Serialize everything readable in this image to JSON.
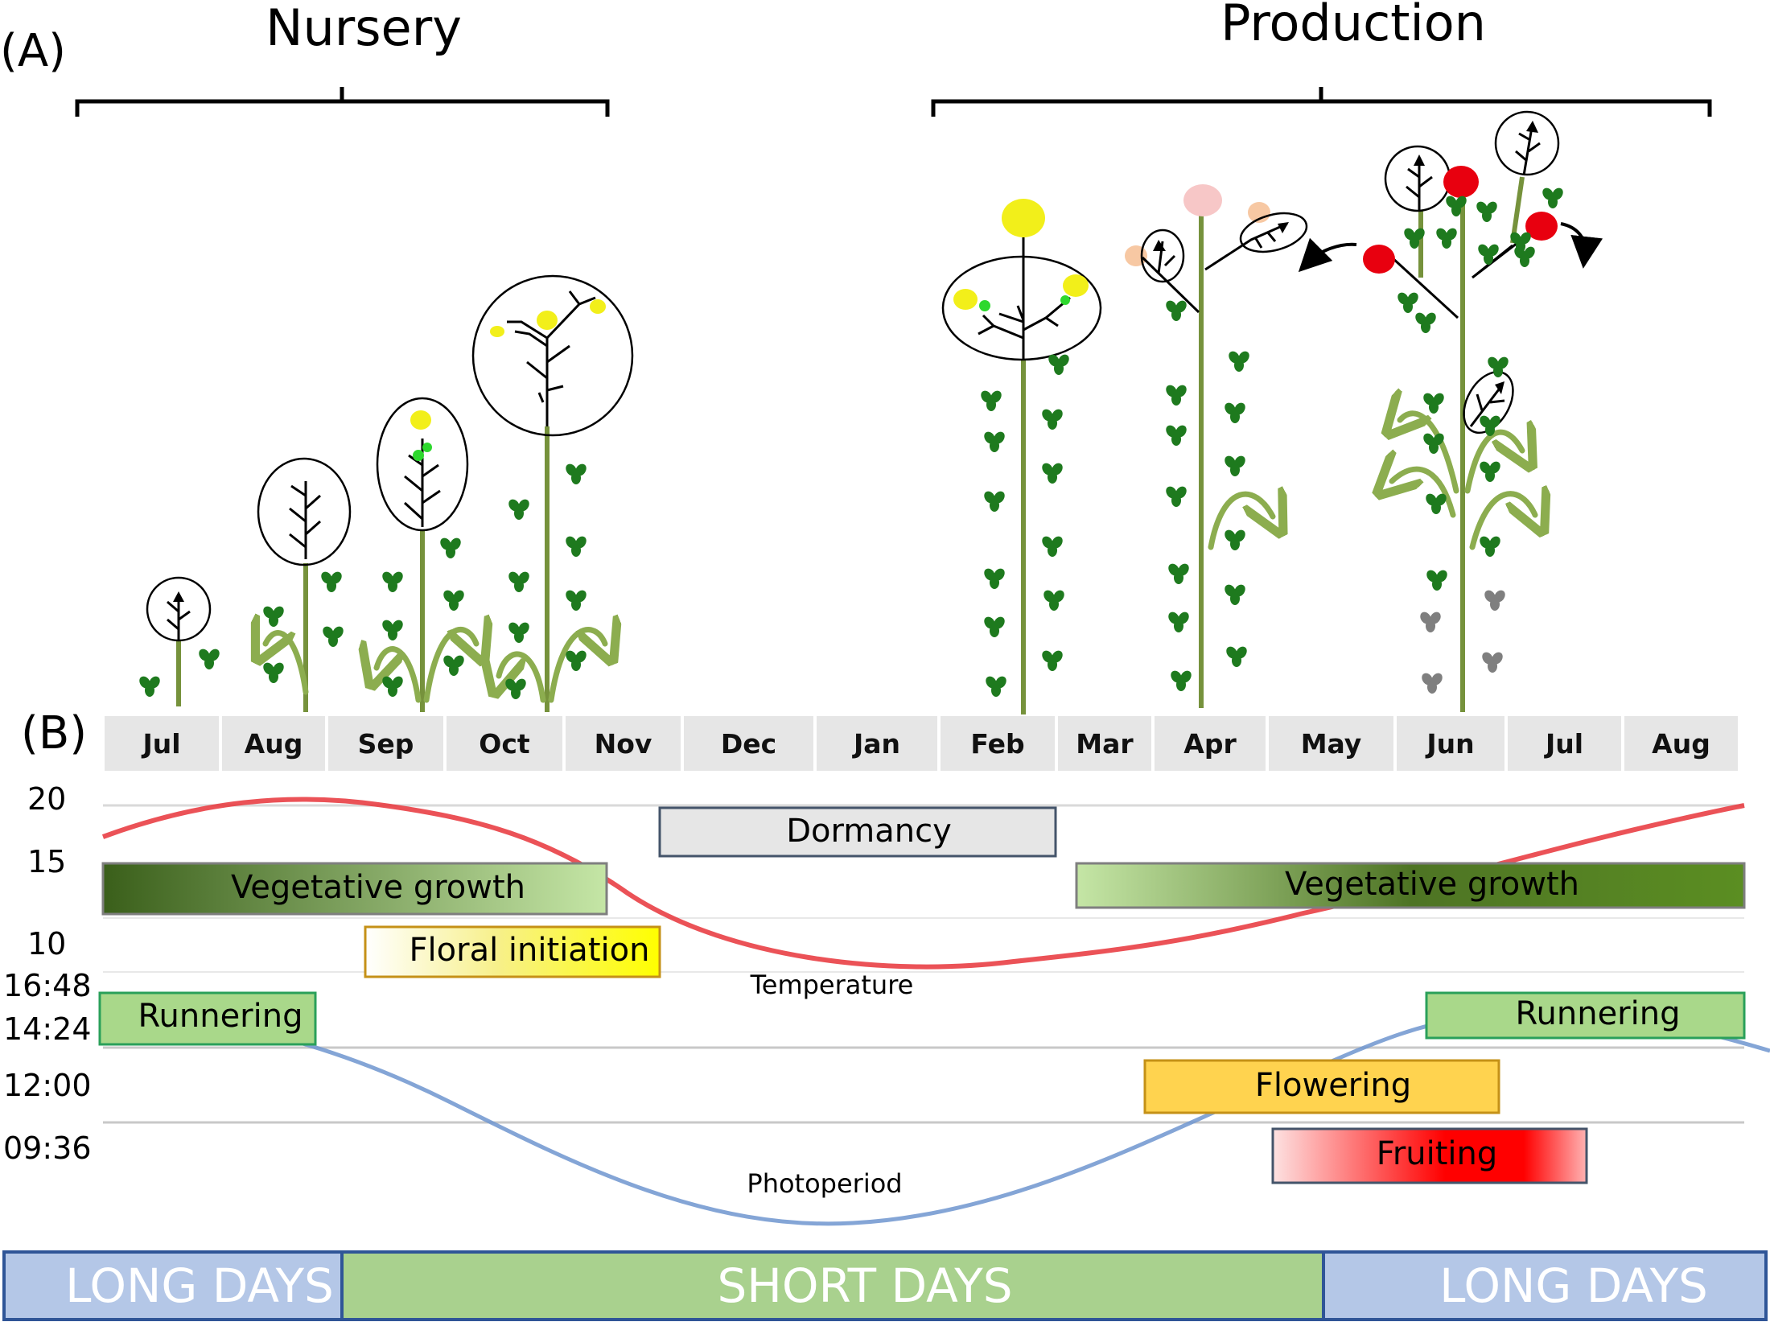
{
  "panel_a": {
    "label": "(A)",
    "nursery_title": "Nursery",
    "production_title": "Production"
  },
  "panel_b": {
    "label": "(B)",
    "months": [
      "Jul",
      "Aug",
      "Sep",
      "Oct",
      "Nov",
      "Dec",
      "Jan",
      "Feb",
      "Mar",
      "Apr",
      "May",
      "Jun",
      "Jul",
      "Aug"
    ],
    "y_ticks_temperature": [
      "20",
      "15",
      "10"
    ],
    "y_ticks_photoperiod": [
      "16:48",
      "14:24",
      "12:00",
      "09:36"
    ],
    "curve_labels": {
      "temperature": "Temperature",
      "photoperiod": "Photoperiod"
    },
    "phases": [
      {
        "key": "dormancy",
        "label": "Dormancy"
      },
      {
        "key": "veg1",
        "label": "Vegetative growth"
      },
      {
        "key": "veg2",
        "label": "Vegetative growth"
      },
      {
        "key": "floral",
        "label": "Floral initiation"
      },
      {
        "key": "run1",
        "label": "Runnering"
      },
      {
        "key": "run2",
        "label": "Runnering"
      },
      {
        "key": "flowering",
        "label": "Flowering"
      },
      {
        "key": "fruiting",
        "label": "Fruiting"
      }
    ],
    "day_length_bands": [
      {
        "label": "LONG DAYS",
        "color": "#b4c7e7"
      },
      {
        "label": "SHORT DAYS",
        "color": "#a9d18e"
      },
      {
        "label": "LONG DAYS",
        "color": "#b4c7e7"
      }
    ]
  },
  "colors": {
    "stem": "#76923c",
    "leaf": "#1e7a1e",
    "temperature_curve": "#e8343a",
    "photoperiod_curve": "#6f95cf",
    "flower_yellow": "#f2ef1a",
    "fruit_red": "#e8000f",
    "month_bar": "#e6e6e6"
  }
}
